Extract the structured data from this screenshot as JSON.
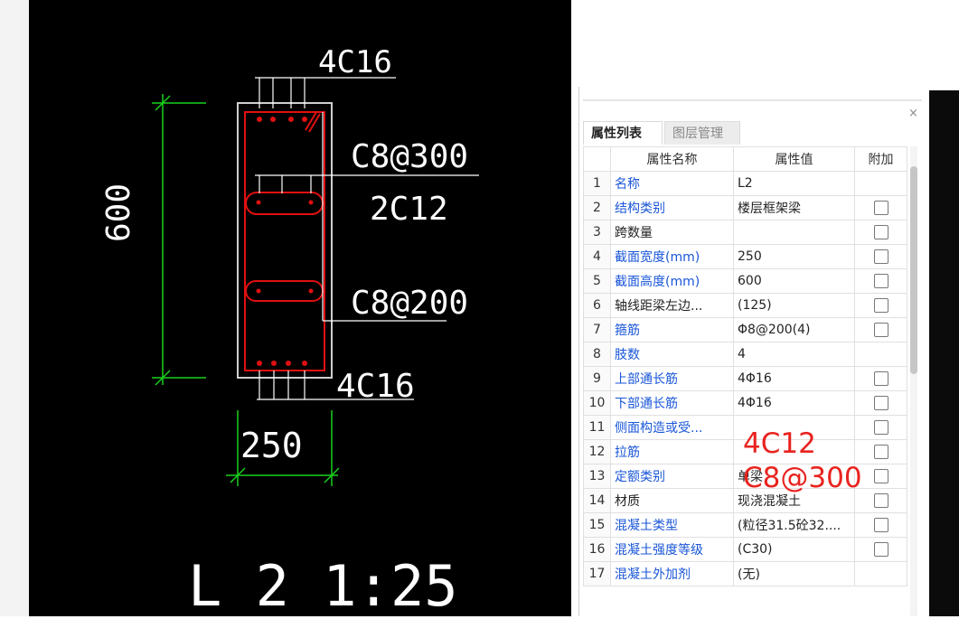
{
  "drawing": {
    "top_rebar_label": "4C16",
    "stirrup_label_1": "C8@300",
    "side_rebar_label": "2C12",
    "stirrup_label_2": "C8@200",
    "bottom_rebar_label": "4C16",
    "height_dim": "600",
    "width_dim": "250",
    "section_title": "L 2 1:25"
  },
  "panel": {
    "close_glyph": "×",
    "tabs": [
      {
        "label": "属性列表",
        "active": true
      },
      {
        "label": "图层管理",
        "active": false
      }
    ],
    "columns": {
      "name": "属性名称",
      "value": "属性值",
      "extra": "附加"
    },
    "rows": [
      {
        "num": "1",
        "name": "名称",
        "value": "L2",
        "checkbox": false,
        "name_color": "blue"
      },
      {
        "num": "2",
        "name": "结构类别",
        "value": "楼层框架梁",
        "checkbox": true,
        "name_color": "blue"
      },
      {
        "num": "3",
        "name": "跨数量",
        "value": "",
        "checkbox": true,
        "name_color": "black"
      },
      {
        "num": "4",
        "name": "截面宽度(mm)",
        "value": "250",
        "checkbox": true,
        "name_color": "blue"
      },
      {
        "num": "5",
        "name": "截面高度(mm)",
        "value": "600",
        "checkbox": true,
        "name_color": "blue"
      },
      {
        "num": "6",
        "name": "轴线距梁左边...",
        "value": "(125)",
        "checkbox": true,
        "name_color": "black"
      },
      {
        "num": "7",
        "name": "箍筋",
        "value": "Φ8@200(4)",
        "checkbox": true,
        "name_color": "blue"
      },
      {
        "num": "8",
        "name": "肢数",
        "value": "4",
        "checkbox": false,
        "name_color": "blue"
      },
      {
        "num": "9",
        "name": "上部通长筋",
        "value": "4Φ16",
        "checkbox": true,
        "name_color": "blue"
      },
      {
        "num": "10",
        "name": "下部通长筋",
        "value": "4Φ16",
        "checkbox": true,
        "name_color": "blue"
      },
      {
        "num": "11",
        "name": "侧面构造或受...",
        "value": "",
        "checkbox": true,
        "name_color": "blue"
      },
      {
        "num": "12",
        "name": "拉筋",
        "value": "",
        "checkbox": true,
        "name_color": "blue"
      },
      {
        "num": "13",
        "name": "定额类别",
        "value": "单梁",
        "checkbox": true,
        "name_color": "blue"
      },
      {
        "num": "14",
        "name": "材质",
        "value": "现浇混凝土",
        "checkbox": true,
        "name_color": "black"
      },
      {
        "num": "15",
        "name": "混凝土类型",
        "value": "(粒径31.5砼32....",
        "checkbox": true,
        "name_color": "blue"
      },
      {
        "num": "16",
        "name": "混凝土强度等级",
        "value": "(C30)",
        "checkbox": true,
        "name_color": "blue"
      },
      {
        "num": "17",
        "name": "混凝土外加剂",
        "value": "(无)",
        "checkbox": false,
        "name_color": "blue"
      }
    ]
  },
  "annotations": {
    "line1": "4C12",
    "line2": "C8@300",
    "color": "#e8231f"
  }
}
